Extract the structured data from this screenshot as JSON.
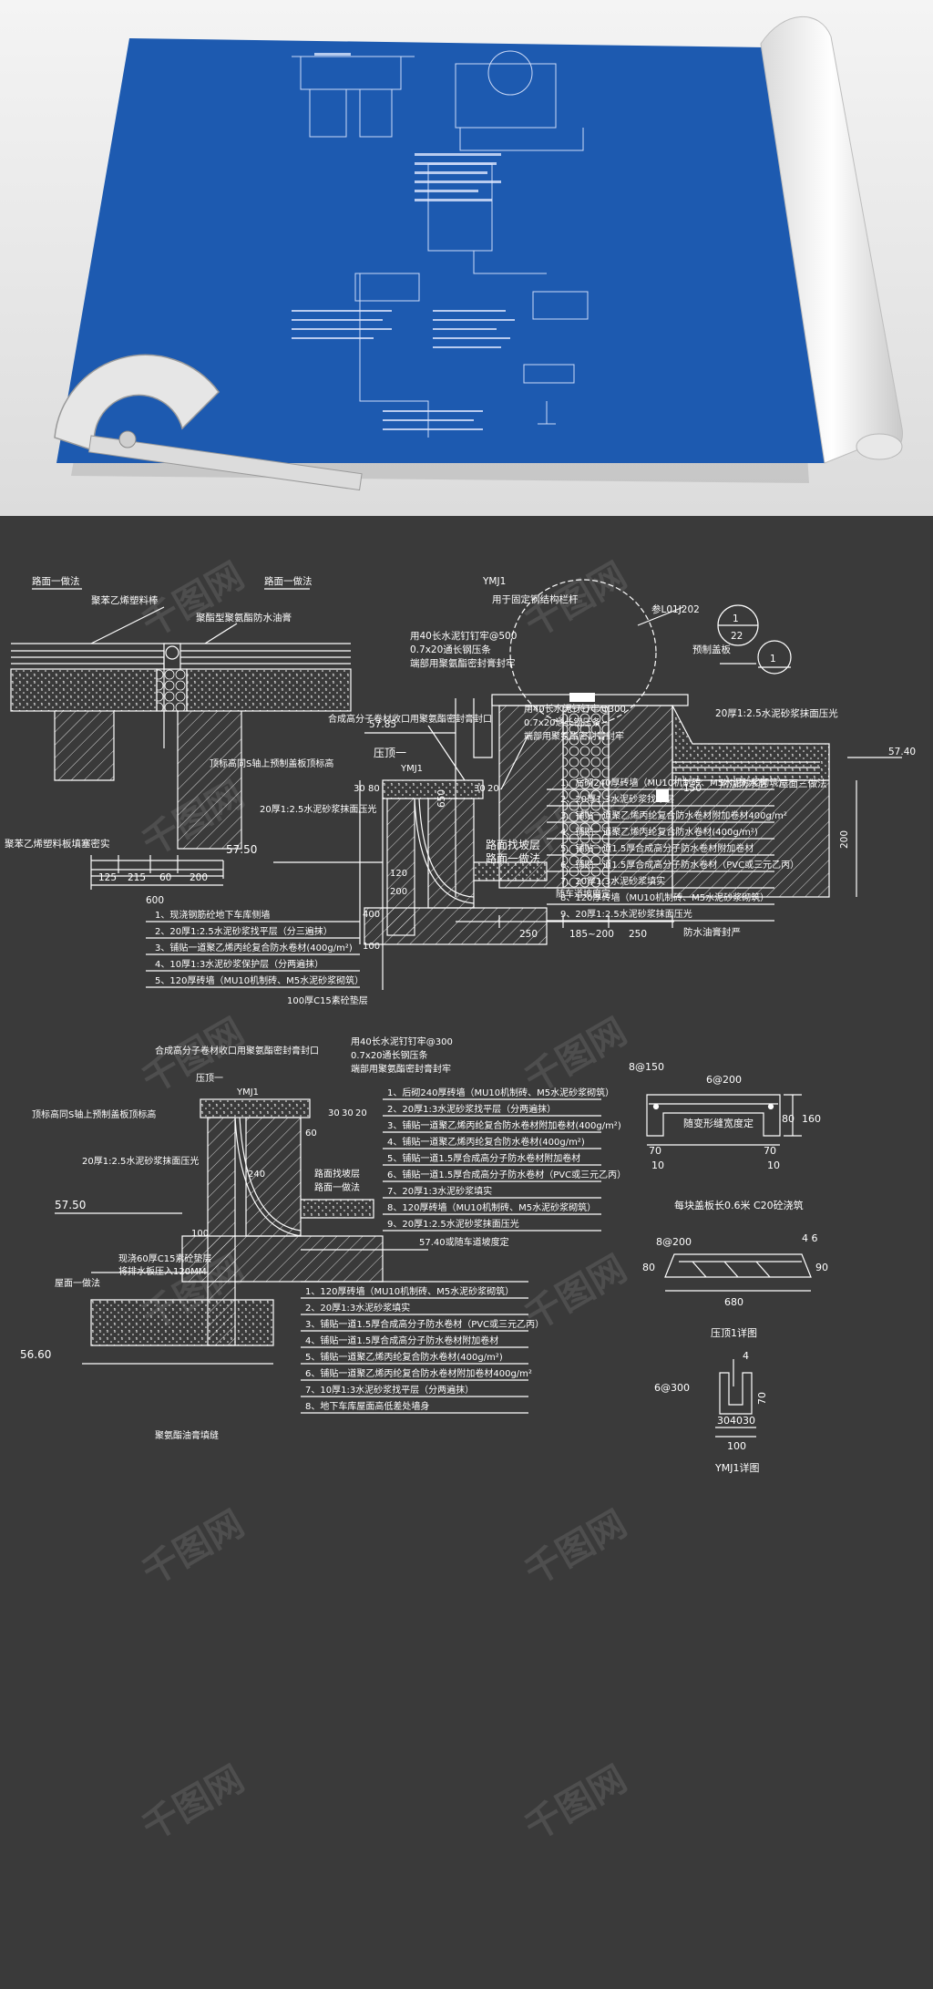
{
  "hero": {
    "paper_color": "#1d5ab0",
    "background": "#e9e9ea"
  },
  "watermark": "千图网",
  "detail_a": {
    "top_left": "路面一做法",
    "top_right": "路面一做法",
    "label_rod": "聚苯乙烯塑料棒",
    "label_sealant": "聚酯型聚氨酯防水油膏",
    "label_fill": "聚苯乙烯塑料板填塞密实",
    "dims": [
      "125",
      "215",
      "60",
      "200"
    ],
    "total": "600"
  },
  "detail_b": {
    "ymj": "YMJ1",
    "rail": "用于固定钢结构栏杆",
    "ref": "参L01J202",
    "sym1_top": "1",
    "sym1_bottom": "22",
    "sym2": "1",
    "nail": "用40长水泥钉钉牢@500",
    "strip": "0.7x20通长钢压条",
    "seal": "端部用聚氨酯密封膏封牢",
    "slab": "预制盖板",
    "mortar": "20厚1:2.5水泥砂浆抹面压光",
    "elev1": "57.85",
    "extra_layer": "附加防水层",
    "roof": "屋面三做法",
    "elev2": "57.40",
    "height": "650",
    "dim_150": "150",
    "dim_200": "200",
    "bottom_dims": [
      "250",
      "185~200",
      "250"
    ],
    "seal_bottom": "防水油膏封严"
  },
  "detail_c": {
    "title": "合成高分子卷材收口用聚氨酯密封膏封口",
    "nail": "用40长水泥钉钉牢@300",
    "strip": "0.7x20通长钢压条",
    "seal": "端部用聚氨酯密封膏封牢",
    "press": "压顶一",
    "ymj": "YMJ1",
    "top_note": "顶标高同S轴上预制盖板顶标高",
    "mortar": "20厚1:2.5水泥砂浆抹面压光",
    "elev": "57.50",
    "slope": "路面找坡层",
    "road": "路面一做法",
    "car": "随车道坡度定",
    "cushion": "100厚C15素砼垫层",
    "dims": [
      "30",
      "80",
      "30",
      "20",
      "120",
      "200",
      "400",
      "100"
    ],
    "right_list": [
      "1、后砌240厚砖墙（MU10机制砖、M5水泥砂浆砌筑）",
      "2、20厚1:3水泥砂浆找平层",
      "3、铺贴一道聚乙烯丙纶复合防水卷材附加卷材400g/m²",
      "4、铺贴一道聚乙烯丙纶复合防水卷材(400g/m²)",
      "5、铺贴一道1.5厚合成高分子防水卷材附加卷材",
      "6、铺贴一道1.5厚合成高分子防水卷材（PVC或三元乙丙）",
      "7、20厚1:3水泥砂浆填实",
      "8、120厚砖墙（MU10机制砖、M5水泥砂浆砌筑）",
      "9、20厚1:2.5水泥砂浆抹面压光"
    ],
    "left_list": [
      "1、现浇钢筋砼地下车库侧墙",
      "2、20厚1:2.5水泥砂浆找平层（分三遍抹）",
      "3、铺贴一道聚乙烯丙纶复合防水卷材(400g/m²)",
      "4、10厚1:3水泥砂浆保护层（分两遍抹）",
      "5、120厚砖墙（MU10机制砖、M5水泥砂浆砌筑）"
    ]
  },
  "detail_d": {
    "title": "合成高分子卷材收口用聚氨酯密封膏封口",
    "nail": "用40长水泥钉钉牢@300",
    "strip": "0.7x20通长钢压条",
    "seal": "端部用聚氨酯密封膏封牢",
    "press": "压顶一",
    "ymj": "YMJ1",
    "top_note": "顶标高同S轴上预制盖板顶标高",
    "mortar": "20厚1:2.5水泥砂浆抹面压光",
    "elev1": "57.50",
    "slope": "路面找坡层",
    "road": "路面一做法",
    "car": "57.40或随车道坡度定",
    "cushion": "现浇60厚C15素砼垫层",
    "drain": "将排水板压入120MM",
    "roof": "屋面一做法",
    "elev2": "56.60",
    "seal_bottom": "聚氨酯油膏填缝",
    "dims": [
      "30",
      "30",
      "20",
      "60",
      "240",
      "100"
    ],
    "right_list": [
      "1、后砌240厚砖墙（MU10机制砖、M5水泥砂浆砌筑）",
      "2、20厚1:3水泥砂浆找平层（分两遍抹）",
      "3、铺贴一道聚乙烯丙纶复合防水卷材附加卷材(400g/m²)",
      "4、铺贴一道聚乙烯丙纶复合防水卷材(400g/m²)",
      "5、铺贴一道1.5厚合成高分子防水卷材附加卷材",
      "6、铺贴一道1.5厚合成高分子防水卷材（PVC或三元乙丙）",
      "7、20厚1:3水泥砂浆填实",
      "8、120厚砖墙（MU10机制砖、M5水泥砂浆砌筑）",
      "9、20厚1:2.5水泥砂浆抹面压光"
    ],
    "bottom_list": [
      "1、120厚砖墙（MU10机制砖、M5水泥砂浆砌筑）",
      "2、20厚1:3水泥砂浆填实",
      "3、铺贴一道1.5厚合成高分子防水卷材（PVC或三元乙丙）",
      "4、铺贴一道1.5厚合成高分子防水卷材附加卷材",
      "5、铺贴一道聚乙烯丙纶复合防水卷材(400g/m²)",
      "6、铺贴一道聚乙烯丙纶复合防水卷材附加卷材400g/m²",
      "7、10厚1:3水泥砂浆找平层（分两遍抹）",
      "8、地下车库屋面高低差处墙身"
    ]
  },
  "detail_e": {
    "rebar1": "8@150",
    "rebar2": "6@200",
    "dims": [
      "80",
      "160",
      "70",
      "70",
      "10",
      "10"
    ],
    "note_inside": "随变形缝宽度定",
    "caption": "每块盖板长0.6米  C20砼浇筑"
  },
  "detail_f": {
    "rebar": "8@200",
    "top_nums": "4  6",
    "left": "80",
    "right": "90",
    "width": "680",
    "caption": "压顶1详图"
  },
  "detail_g": {
    "top": "4",
    "rebar": "6@300",
    "right": "70",
    "dims": [
      "30",
      "40",
      "30"
    ],
    "width": "100",
    "caption": "YMJ1详图"
  }
}
